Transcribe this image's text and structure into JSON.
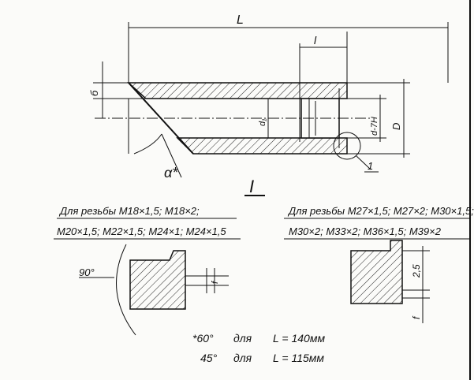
{
  "main_view": {
    "dim_L": "L",
    "dim_l": "l",
    "dim_b": "б",
    "dim_d1": "d₁",
    "dim_d7h": "d-7H",
    "dim_D": "D",
    "angle_alpha": "α*",
    "callout_1": "1",
    "section_label": "I"
  },
  "detail_left": {
    "heading_line1": "Для резьбы M18×1,5; M18×2;",
    "heading_line2": "M20×1,5; M22×1,5; M24×1; M24×1,5",
    "angle": "90°",
    "dim_f": "f"
  },
  "detail_right": {
    "heading_line1": "Для резьбы M27×1,5; M27×2; M30×1,5;",
    "heading_line2": "M30×2; M33×2; M36×1,5; M39×2",
    "dim_25": "2,5",
    "dim_f": "f"
  },
  "notes": {
    "line1_angle": "*60°",
    "line1_word": "для",
    "line1_value": "L = 140мм",
    "line2_angle": "45°",
    "line2_word": "для",
    "line2_value": "L = 115мм"
  }
}
